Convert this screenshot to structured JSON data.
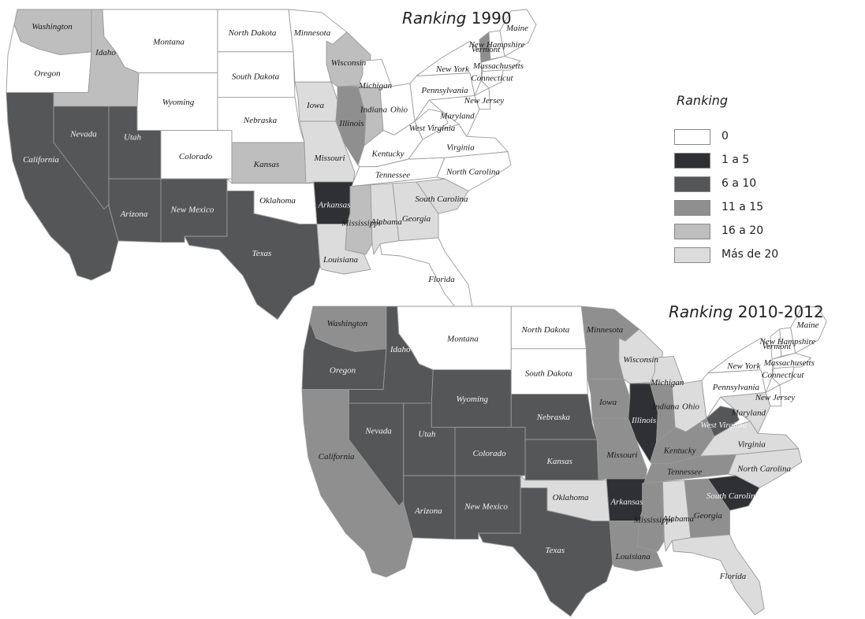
{
  "legend": {
    "title": "Ranking",
    "classes": [
      {
        "key": "0",
        "label": "0",
        "color": "#ffffff"
      },
      {
        "key": "1-5",
        "label": "1 a 5",
        "color": "#2e3033"
      },
      {
        "key": "6-10",
        "label": "6 a 10",
        "color": "#555657"
      },
      {
        "key": "11-15",
        "label": "11 a 15",
        "color": "#8f8f8f"
      },
      {
        "key": "16-20",
        "label": "16 a 20",
        "color": "#bebebe"
      },
      {
        "key": "20+",
        "label": "Más de 20",
        "color": "#dcdcdc"
      }
    ]
  },
  "maps": [
    {
      "id": "1990",
      "title_prefix": "Ranking",
      "title_suffix": "1990",
      "states": [
        {
          "name": "Washington",
          "class": "16-20"
        },
        {
          "name": "Oregon",
          "class": "0"
        },
        {
          "name": "California",
          "class": "6-10"
        },
        {
          "name": "Idaho",
          "class": "16-20"
        },
        {
          "name": "Nevada",
          "class": "6-10"
        },
        {
          "name": "Utah",
          "class": "6-10"
        },
        {
          "name": "Arizona",
          "class": "6-10"
        },
        {
          "name": "Montana",
          "class": "0"
        },
        {
          "name": "Wyoming",
          "class": "0"
        },
        {
          "name": "Colorado",
          "class": "0"
        },
        {
          "name": "New Mexico",
          "class": "6-10"
        },
        {
          "name": "North Dakota",
          "class": "0"
        },
        {
          "name": "South Dakota",
          "class": "0"
        },
        {
          "name": "Nebraska",
          "class": "0"
        },
        {
          "name": "Kansas",
          "class": "16-20"
        },
        {
          "name": "Oklahoma",
          "class": "0"
        },
        {
          "name": "Texas",
          "class": "6-10"
        },
        {
          "name": "Minnesota",
          "class": "0"
        },
        {
          "name": "Iowa",
          "class": "20+"
        },
        {
          "name": "Missouri",
          "class": "20+"
        },
        {
          "name": "Arkansas",
          "class": "1-5"
        },
        {
          "name": "Louisiana",
          "class": "20+"
        },
        {
          "name": "Wisconsin",
          "class": "16-20"
        },
        {
          "name": "Illinois",
          "class": "11-15"
        },
        {
          "name": "Michigan",
          "class": "0"
        },
        {
          "name": "Indiana",
          "class": "16-20"
        },
        {
          "name": "Ohio",
          "class": "0"
        },
        {
          "name": "Kentucky",
          "class": "0"
        },
        {
          "name": "Tennessee",
          "class": "0"
        },
        {
          "name": "Mississippi",
          "class": "16-20"
        },
        {
          "name": "Alabama",
          "class": "20+"
        },
        {
          "name": "Georgia",
          "class": "20+"
        },
        {
          "name": "Florida",
          "class": "0"
        },
        {
          "name": "South Carolina",
          "class": "20+"
        },
        {
          "name": "North Carolina",
          "class": "0"
        },
        {
          "name": "Virginia",
          "class": "0"
        },
        {
          "name": "West Virginia",
          "class": "0"
        },
        {
          "name": "Pennsylvania",
          "class": "0"
        },
        {
          "name": "New York",
          "class": "0"
        },
        {
          "name": "Maryland",
          "class": "0"
        },
        {
          "name": "New Jersey",
          "class": "0"
        },
        {
          "name": "Vermont",
          "class": "11-15"
        },
        {
          "name": "New Hampshire",
          "class": "0"
        },
        {
          "name": "Maine",
          "class": "0"
        },
        {
          "name": "Massachusetts",
          "class": "0"
        },
        {
          "name": "Connecticut",
          "class": "0"
        }
      ]
    },
    {
      "id": "2010",
      "title_prefix": "Ranking",
      "title_suffix": "2010-2012",
      "states": [
        {
          "name": "Washington",
          "class": "11-15"
        },
        {
          "name": "Oregon",
          "class": "6-10"
        },
        {
          "name": "California",
          "class": "11-15"
        },
        {
          "name": "Idaho",
          "class": "6-10"
        },
        {
          "name": "Nevada",
          "class": "6-10"
        },
        {
          "name": "Utah",
          "class": "6-10"
        },
        {
          "name": "Arizona",
          "class": "6-10"
        },
        {
          "name": "Montana",
          "class": "0"
        },
        {
          "name": "Wyoming",
          "class": "6-10"
        },
        {
          "name": "Colorado",
          "class": "6-10"
        },
        {
          "name": "New Mexico",
          "class": "6-10"
        },
        {
          "name": "North Dakota",
          "class": "0"
        },
        {
          "name": "South Dakota",
          "class": "0"
        },
        {
          "name": "Nebraska",
          "class": "6-10"
        },
        {
          "name": "Kansas",
          "class": "6-10"
        },
        {
          "name": "Oklahoma",
          "class": "20+"
        },
        {
          "name": "Texas",
          "class": "6-10"
        },
        {
          "name": "Minnesota",
          "class": "11-15"
        },
        {
          "name": "Iowa",
          "class": "11-15"
        },
        {
          "name": "Missouri",
          "class": "11-15"
        },
        {
          "name": "Arkansas",
          "class": "1-5"
        },
        {
          "name": "Louisiana",
          "class": "11-15"
        },
        {
          "name": "Wisconsin",
          "class": "20+"
        },
        {
          "name": "Illinois",
          "class": "1-5"
        },
        {
          "name": "Michigan",
          "class": "20+"
        },
        {
          "name": "Indiana",
          "class": "11-15"
        },
        {
          "name": "Ohio",
          "class": "20+"
        },
        {
          "name": "Kentucky",
          "class": "11-15"
        },
        {
          "name": "Tennessee",
          "class": "11-15"
        },
        {
          "name": "Mississippi",
          "class": "11-15"
        },
        {
          "name": "Alabama",
          "class": "20+"
        },
        {
          "name": "Georgia",
          "class": "11-15"
        },
        {
          "name": "Florida",
          "class": "20+"
        },
        {
          "name": "South Carolina",
          "class": "1-5"
        },
        {
          "name": "North Carolina",
          "class": "20+"
        },
        {
          "name": "Virginia",
          "class": "20+"
        },
        {
          "name": "West Virginia",
          "class": "6-10"
        },
        {
          "name": "Pennsylvania",
          "class": "0"
        },
        {
          "name": "New York",
          "class": "0"
        },
        {
          "name": "Maryland",
          "class": "20+"
        },
        {
          "name": "New Jersey",
          "class": "0"
        },
        {
          "name": "Vermont",
          "class": "0"
        },
        {
          "name": "New Hampshire",
          "class": "0"
        },
        {
          "name": "Maine",
          "class": "0"
        },
        {
          "name": "Massachusetts",
          "class": "0"
        },
        {
          "name": "Connecticut",
          "class": "0"
        }
      ]
    }
  ]
}
